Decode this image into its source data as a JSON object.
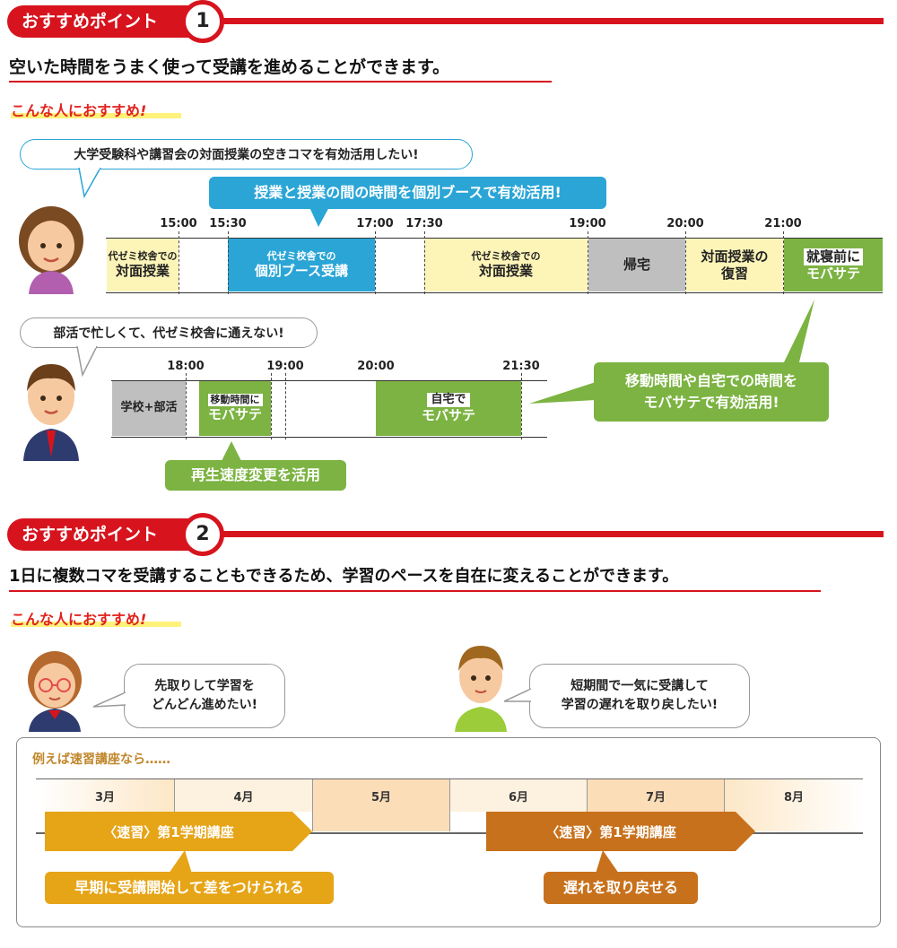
{
  "section1": {
    "label": "おすすめポイント",
    "number": "1",
    "headline": "空いた時間をうまく使って受講を進めることができます。",
    "recommend": "こんな人におすすめ",
    "recommend_mark": "!",
    "bubble1": "大学受験科や講習会の対面授業の空きコマを有効活用したい!",
    "callout_booth": "授業と授業の間の時間を個別ブースで有効活用!",
    "timeline1": {
      "times": [
        "15:00",
        "15:30",
        "17:00",
        "17:30",
        "19:00",
        "20:00",
        "21:00"
      ],
      "blocks": [
        {
          "small": "代ゼミ校舎での",
          "big": "対面授業"
        },
        {
          "small": "代ゼミ校舎での",
          "big": "個別ブース受講"
        },
        {
          "small": "代ゼミ校舎での",
          "big": "対面授業"
        },
        {
          "small": "",
          "big": "帰宅"
        },
        {
          "small": "",
          "big": "対面授業の",
          "big2": "復習"
        },
        {
          "small": "",
          "big": "就寝前に",
          "big2": "モバサテ"
        }
      ]
    },
    "bubble2": "部活で忙しくて、代ゼミ校舎に通えない!",
    "timeline2": {
      "times": [
        "18:00",
        "19:00",
        "20:00",
        "21:30"
      ],
      "blocks": [
        {
          "big": "学校+部活"
        },
        {
          "small": "移動時間に",
          "big": "モバサテ"
        },
        {
          "small": "自宅で",
          "big": "モバサテ"
        }
      ]
    },
    "callout_travel": "移動時間や自宅での時間を",
    "callout_travel2": "モバサテで有効活用!",
    "callout_speed": "再生速度変更を活用"
  },
  "section2": {
    "label": "おすすめポイント",
    "number": "2",
    "headline": "1日に複数コマを受講することもできるため、学習のペースを自在に変えることができます。",
    "recommend": "こんな人におすすめ",
    "recommend_mark": "!",
    "bubble_left": [
      "先取りして学習を",
      "どんどん進めたい!"
    ],
    "bubble_right": [
      "短期間で一気に受講して",
      "学習の遅れを取り戻したい!"
    ],
    "schedule": {
      "title": "例えば速習講座なら……",
      "months": [
        "3月",
        "4月",
        "5月",
        "6月",
        "7月",
        "8月"
      ],
      "band_left": "〈速習〉第1学期講座",
      "band_right": "〈速習〉第1学期講座",
      "note_left": "早期に受講開始して差をつけられる",
      "note_right": "遅れを取り戻せる"
    }
  },
  "colors": {
    "accent_red": "#d7141e",
    "blue": "#2aa5d6",
    "green": "#7cb342",
    "cream": "#fdf4b8",
    "gray": "#bfbfbf",
    "orange": "#e6a417",
    "brown": "#c8711c"
  }
}
